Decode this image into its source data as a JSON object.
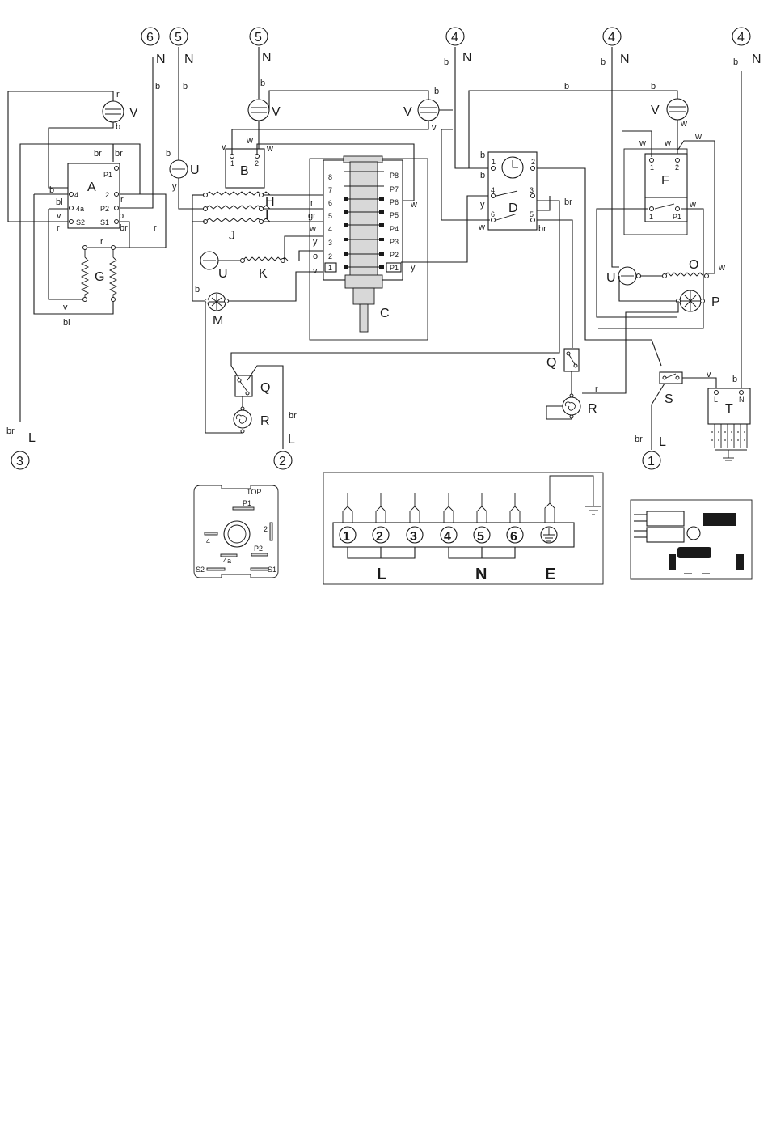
{
  "components": {
    "A": "A",
    "B": "B",
    "C": "C",
    "D": "D",
    "F": "F",
    "G": "G",
    "H": "H",
    "I": "I",
    "J": "J",
    "K": "K",
    "M": "M",
    "O": "O",
    "P": "P",
    "Q": "Q",
    "R": "R",
    "S": "S",
    "T": "T",
    "U": "U",
    "V": "V"
  },
  "supply": {
    "neutral": "N",
    "line": "L"
  },
  "numbers": [
    "1",
    "2",
    "3",
    "4",
    "5",
    "6"
  ],
  "wires": {
    "b": "b",
    "br": "br",
    "w": "w",
    "v": "v",
    "r": "r",
    "y": "y",
    "gr": "gr",
    "o": "o",
    "bl": "bl"
  },
  "pins": {
    "p1": "P1",
    "p2": "P2",
    "s1": "S1",
    "s2": "S2",
    "four": "4",
    "four_a": "4a",
    "two": "2",
    "one": "1",
    "three": "3",
    "five": "5",
    "six": "6",
    "seven": "7",
    "eight": "8",
    "p3": "P3",
    "p4": "P4",
    "p5": "P5",
    "p6": "P6",
    "p7": "P7",
    "p8": "P8",
    "l": "L",
    "n": "N"
  },
  "energy_regulator": {
    "top": "TOP",
    "p1": "P1",
    "p2": "P2",
    "four": "4",
    "four_a": "4a",
    "two": "2",
    "s1": "S1",
    "s2": "S2"
  },
  "terminal_block": {
    "terminals": [
      "1",
      "2",
      "3",
      "4",
      "5",
      "6"
    ],
    "group_l": "L",
    "group_n": "N",
    "group_e": "E"
  }
}
